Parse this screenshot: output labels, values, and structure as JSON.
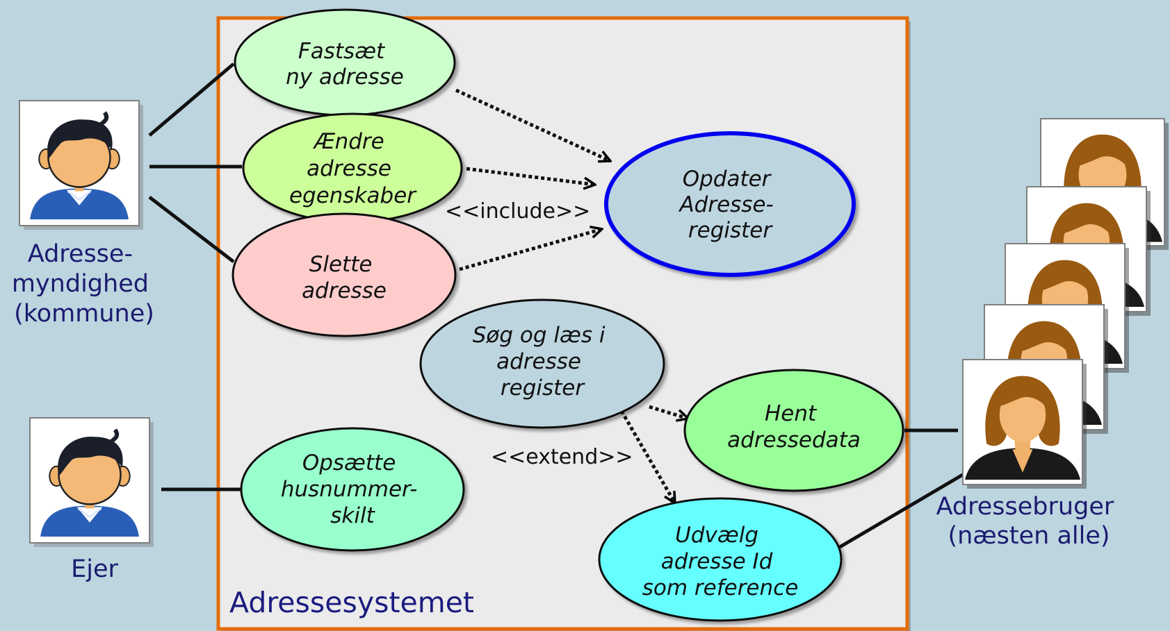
{
  "system": {
    "label": "Adressesystemet"
  },
  "actors": {
    "authority": {
      "lines": [
        "Adresse-",
        "myndighed",
        "(kommune)"
      ],
      "icon": "male-user-icon"
    },
    "owner": {
      "lines": [
        "Ejer"
      ],
      "icon": "male-user-icon"
    },
    "user": {
      "lines": [
        "Adressebruger",
        "(næsten alle)"
      ],
      "icon": "female-user-icon"
    }
  },
  "use_cases": {
    "fastsaet": {
      "lines": [
        "Fastsæt",
        "ny adresse"
      ],
      "color": "#ccffcc"
    },
    "aendre": {
      "lines": [
        "Ændre",
        "adresse",
        "egenskaber"
      ],
      "color": "#ccff99"
    },
    "slette": {
      "lines": [
        "Slette",
        "adresse"
      ],
      "color": "#ffcccc"
    },
    "opdater": {
      "lines": [
        "Opdater",
        "Adresse-",
        "register"
      ],
      "color": "#bdd5df",
      "border_color": "#0000ee"
    },
    "soeg": {
      "lines": [
        "Søg og læs i",
        "adresse",
        "register"
      ],
      "color": "#bdd5df"
    },
    "hent": {
      "lines": [
        "Hent",
        "adressedata"
      ],
      "color": "#99ff99"
    },
    "opsaette": {
      "lines": [
        "Opsætte",
        "husnummer-",
        "skilt"
      ],
      "color": "#99ffcc"
    },
    "udvaelg": {
      "lines": [
        "Udvælg",
        "adresse Id",
        "som reference"
      ],
      "color": "#66ffff"
    }
  },
  "relations": {
    "include_label": "<<include>>",
    "extend_label": "<<extend>>"
  },
  "colors": {
    "background": "#bdd5df",
    "system_fill": "#ebebeb",
    "system_border": "#e36c0a",
    "actor_text": "#1b1b70"
  }
}
